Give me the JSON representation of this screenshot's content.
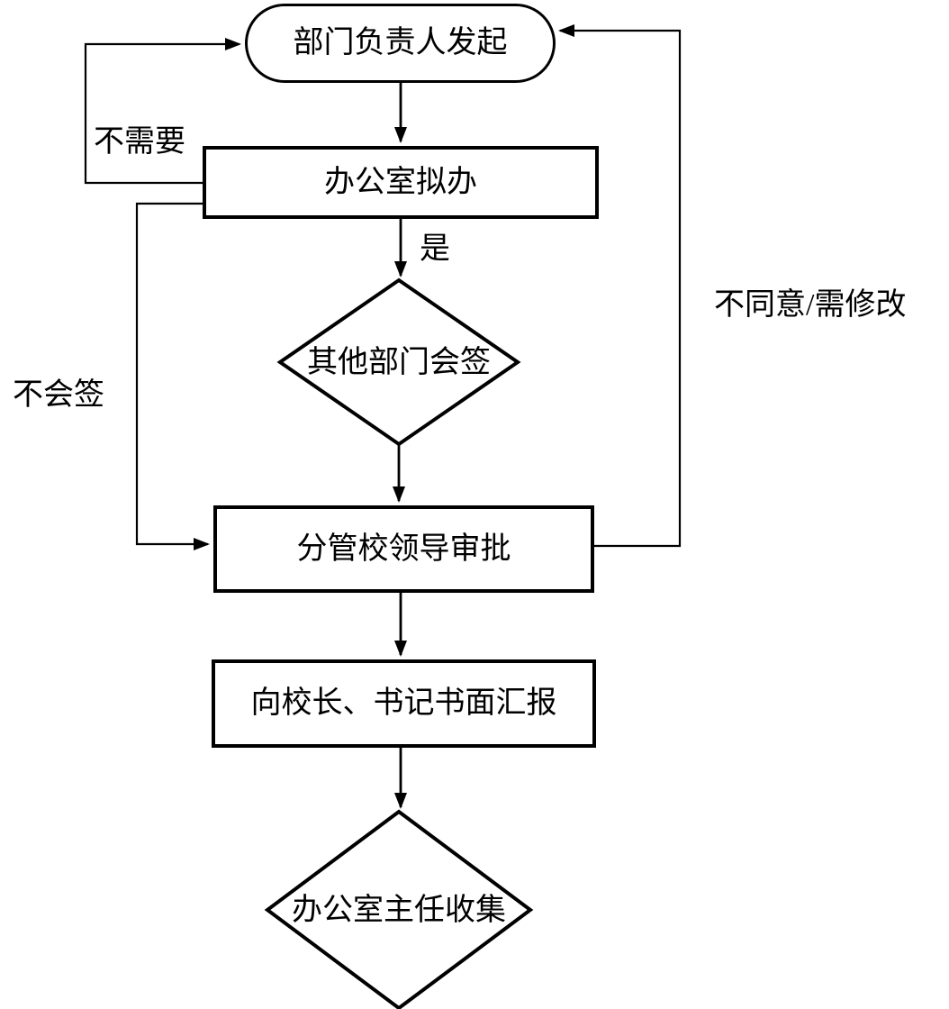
{
  "flowchart": {
    "colors": {
      "line": "#000000",
      "fill": "#ffffff",
      "background": "#ffffff"
    },
    "nodes": {
      "start": {
        "label": "部门负责人发起",
        "shape": "stadium"
      },
      "draft": {
        "label": "办公室拟办",
        "shape": "rect"
      },
      "countersign": {
        "label": "其他部门会签",
        "shape": "diamond"
      },
      "approve": {
        "label": "分管校领导审批",
        "shape": "rect"
      },
      "report": {
        "label": "向校长、书记书面汇报",
        "shape": "rect"
      },
      "collect": {
        "label": "办公室主任收集",
        "shape": "diamond"
      }
    },
    "edge_labels": {
      "yes": "是",
      "not_needed": "不需要",
      "no_countersign": "不会签",
      "disagree": "不同意/需修改"
    }
  }
}
